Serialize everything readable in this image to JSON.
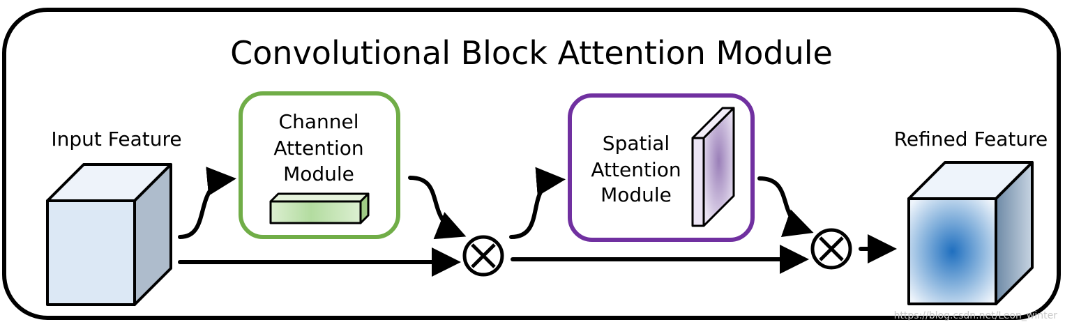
{
  "title": "Convolutional Block Attention Module",
  "input_label": "Input Feature",
  "output_label": "Refined Feature",
  "channel_module": {
    "line1": "Channel",
    "line2": "Attention",
    "line3": "Module",
    "border_color": "#70ad47"
  },
  "spatial_module": {
    "line1": "Spatial",
    "line2": "Attention",
    "line3": "Module",
    "border_color": "#7030a0"
  },
  "multiply_symbol": "⊗",
  "watermark": "https://blog.csdn.net/Leon_winter"
}
